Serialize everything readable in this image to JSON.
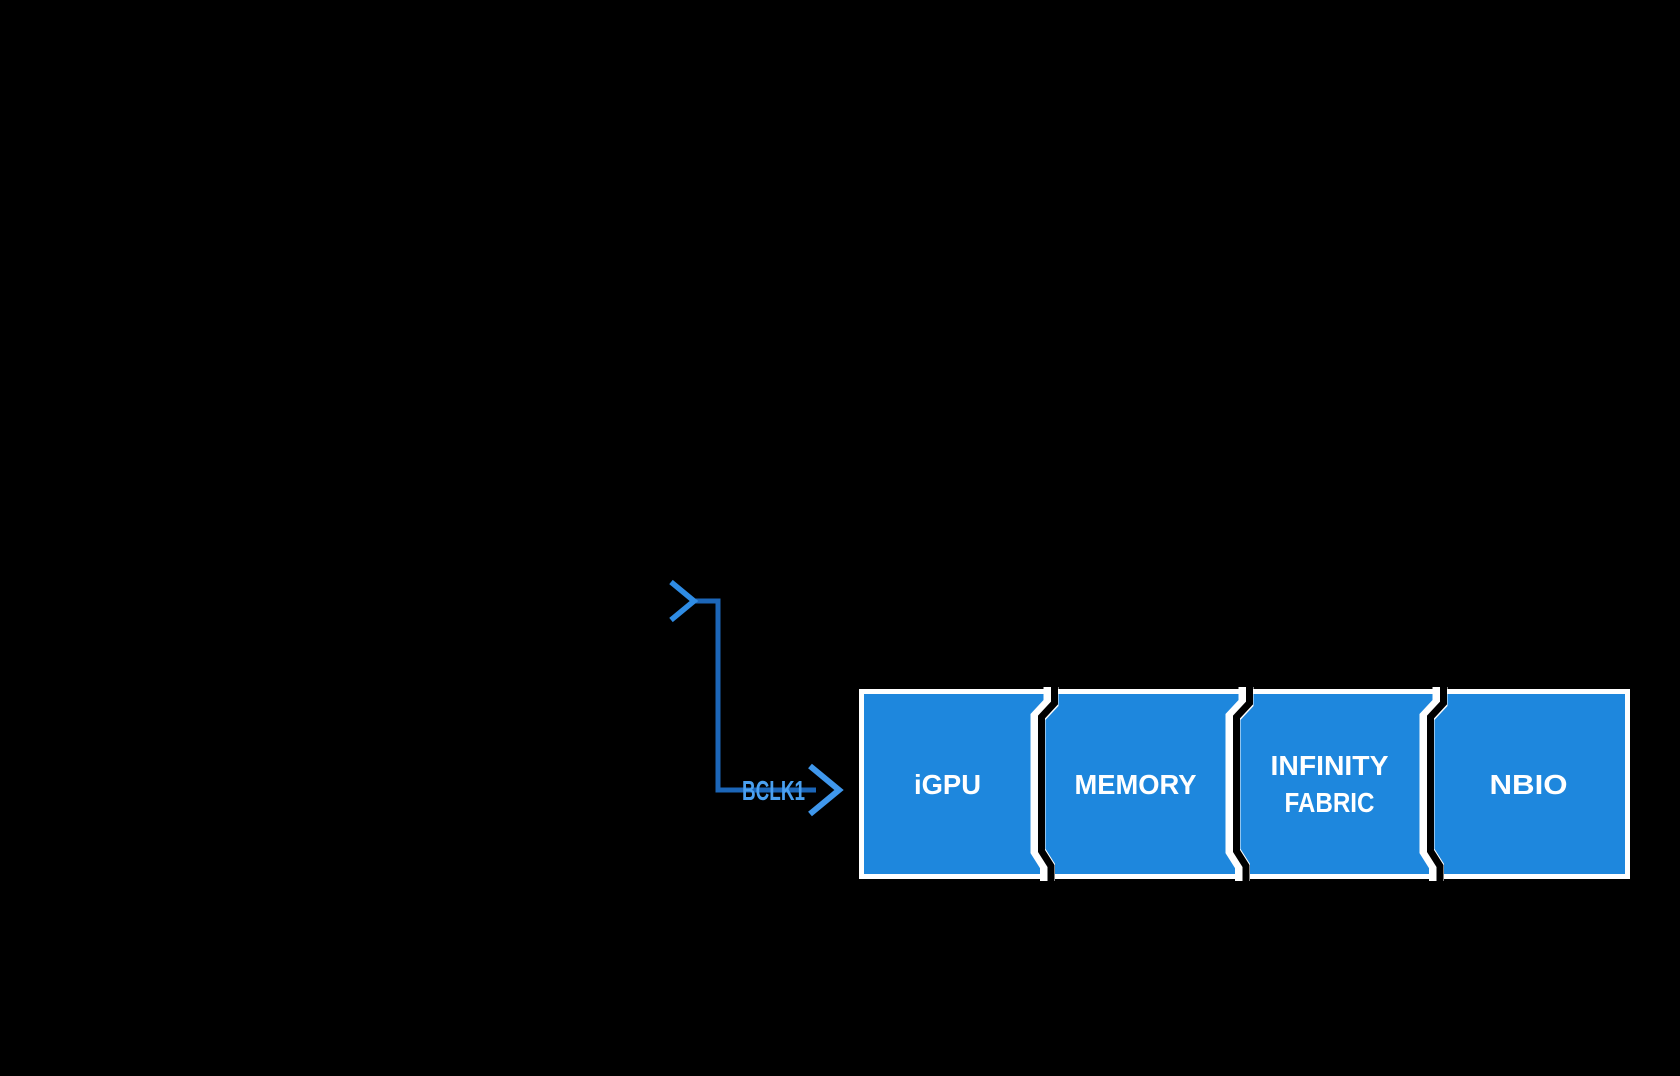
{
  "diagram": {
    "signal": {
      "label": "BCLK1"
    },
    "blocks": [
      {
        "id": "igpu",
        "label": "iGPU",
        "lines": [
          "iGPU"
        ]
      },
      {
        "id": "memory",
        "label": "MEMORY",
        "lines": [
          "MEMORY"
        ]
      },
      {
        "id": "infinity-fabric",
        "label": "INFINITY FABRIC",
        "lines": [
          "INFINITY",
          "FABRIC"
        ]
      },
      {
        "id": "nbio",
        "label": "NBIO",
        "lines": [
          "NBIO"
        ]
      }
    ],
    "colors": {
      "background": "#000000",
      "box_fill": "#1e87dd",
      "box_outline": "#ffffff",
      "box_text": "#ffffff",
      "cut_gap": "#000000",
      "line": "#1c66b8",
      "start_chevron": "#2f8ce4",
      "arrowhead": "#3f97ec",
      "signal_text": "#4aa0f0"
    }
  }
}
